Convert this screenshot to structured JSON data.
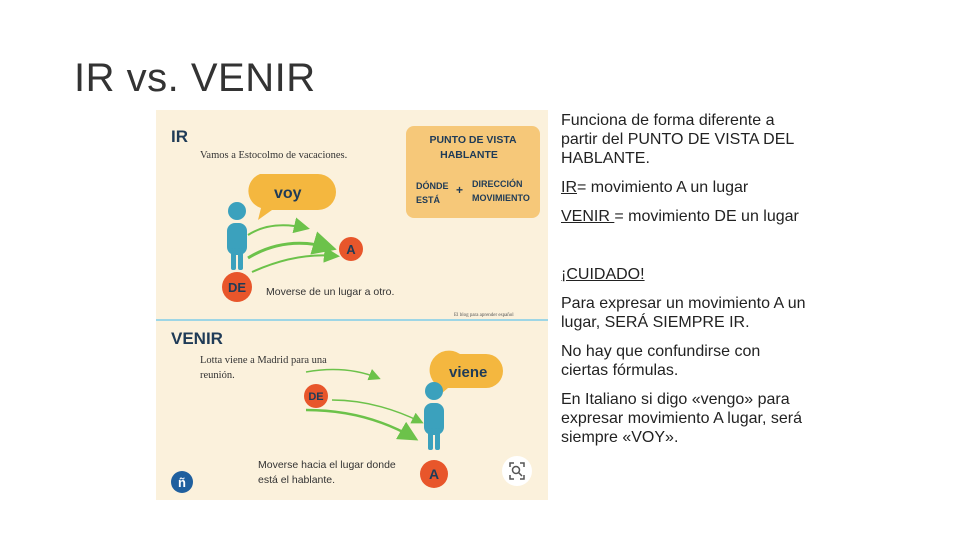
{
  "slide": {
    "title": "IR vs. VENIR"
  },
  "figure": {
    "ir_heading": "IR",
    "ir_caption": "Vamos a Estocolmo de vacaciones.",
    "bubble_voy": "voy",
    "marker_a": "A",
    "marker_de": "DE",
    "ir_move_caption": "Moverse de un lugar a otro.",
    "credit": "El blog para aprender español",
    "box_line1": "PUNTO DE VISTA",
    "box_line2": "HABLANTE",
    "box_left1": "DÓNDE",
    "box_left2": "ESTÁ",
    "box_plus": "+",
    "box_right1": "DIRECCIÓN",
    "box_right2": "MOVIMIENTO",
    "venir_heading": "VENIR",
    "venir_caption1": "Lotta viene a Madrid para una",
    "venir_caption2": "reunión.",
    "bubble_viene": "viene",
    "venir_move1": "Moverse hacia el lugar donde",
    "venir_move2": "está el hablante.",
    "logo_letter": "ñ",
    "colors": {
      "panel": "#fbf1dc",
      "orange": "#e8562b",
      "yellow": "#f4b73f",
      "teal": "#3ba1bd",
      "green": "#6cc24a",
      "navy": "#1f3b57",
      "box": "#f6c879"
    }
  },
  "text": {
    "p1": "Funciona de forma diferente a partir del PUNTO DE VISTA DEL HABLANTE.",
    "ir_label": "IR",
    "ir_def": "= movimiento A un lugar",
    "venir_label": "VENIR ",
    "venir_def": "= movimiento DE un lugar",
    "cuidado": "¡CUIDADO!",
    "p2": "Para expresar un movimiento A un lugar, SERÁ SIEMPRE IR.",
    "p3": "No hay que confundirse con ciertas fórmulas.",
    "p4": "En Italiano si digo «vengo» para expresar movimiento A lugar, será siempre «VOY»."
  }
}
